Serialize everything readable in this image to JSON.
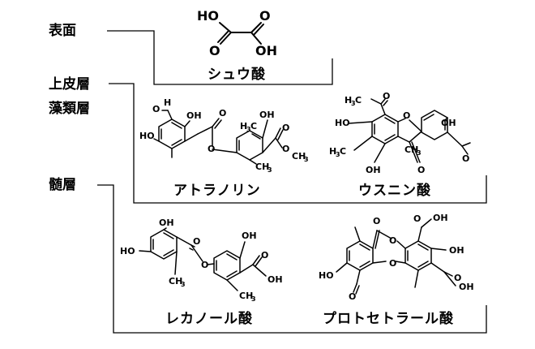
{
  "layers": {
    "surface": "表面",
    "upper_cortex": "上皮層",
    "algal_layer": "藻類層",
    "medulla": "髄層"
  },
  "compounds": {
    "oxalic_acid": "シュウ酸",
    "atranorin": "アトラノリン",
    "usnic_acid": "ウスニン酸",
    "lecanoric_acid": "レカノール酸",
    "protocetraric_acid": "プロトセトラール酸"
  },
  "atoms": {
    "HO": "HO",
    "OH": "OH",
    "O": "O",
    "H": "H",
    "CH3": "CH",
    "H3C": "H",
    "sub3": "3",
    "CH3_tail": "C",
    "OCH3": "O",
    "CH3_suffix": "CH",
    "H3C_mid": "C"
  }
}
